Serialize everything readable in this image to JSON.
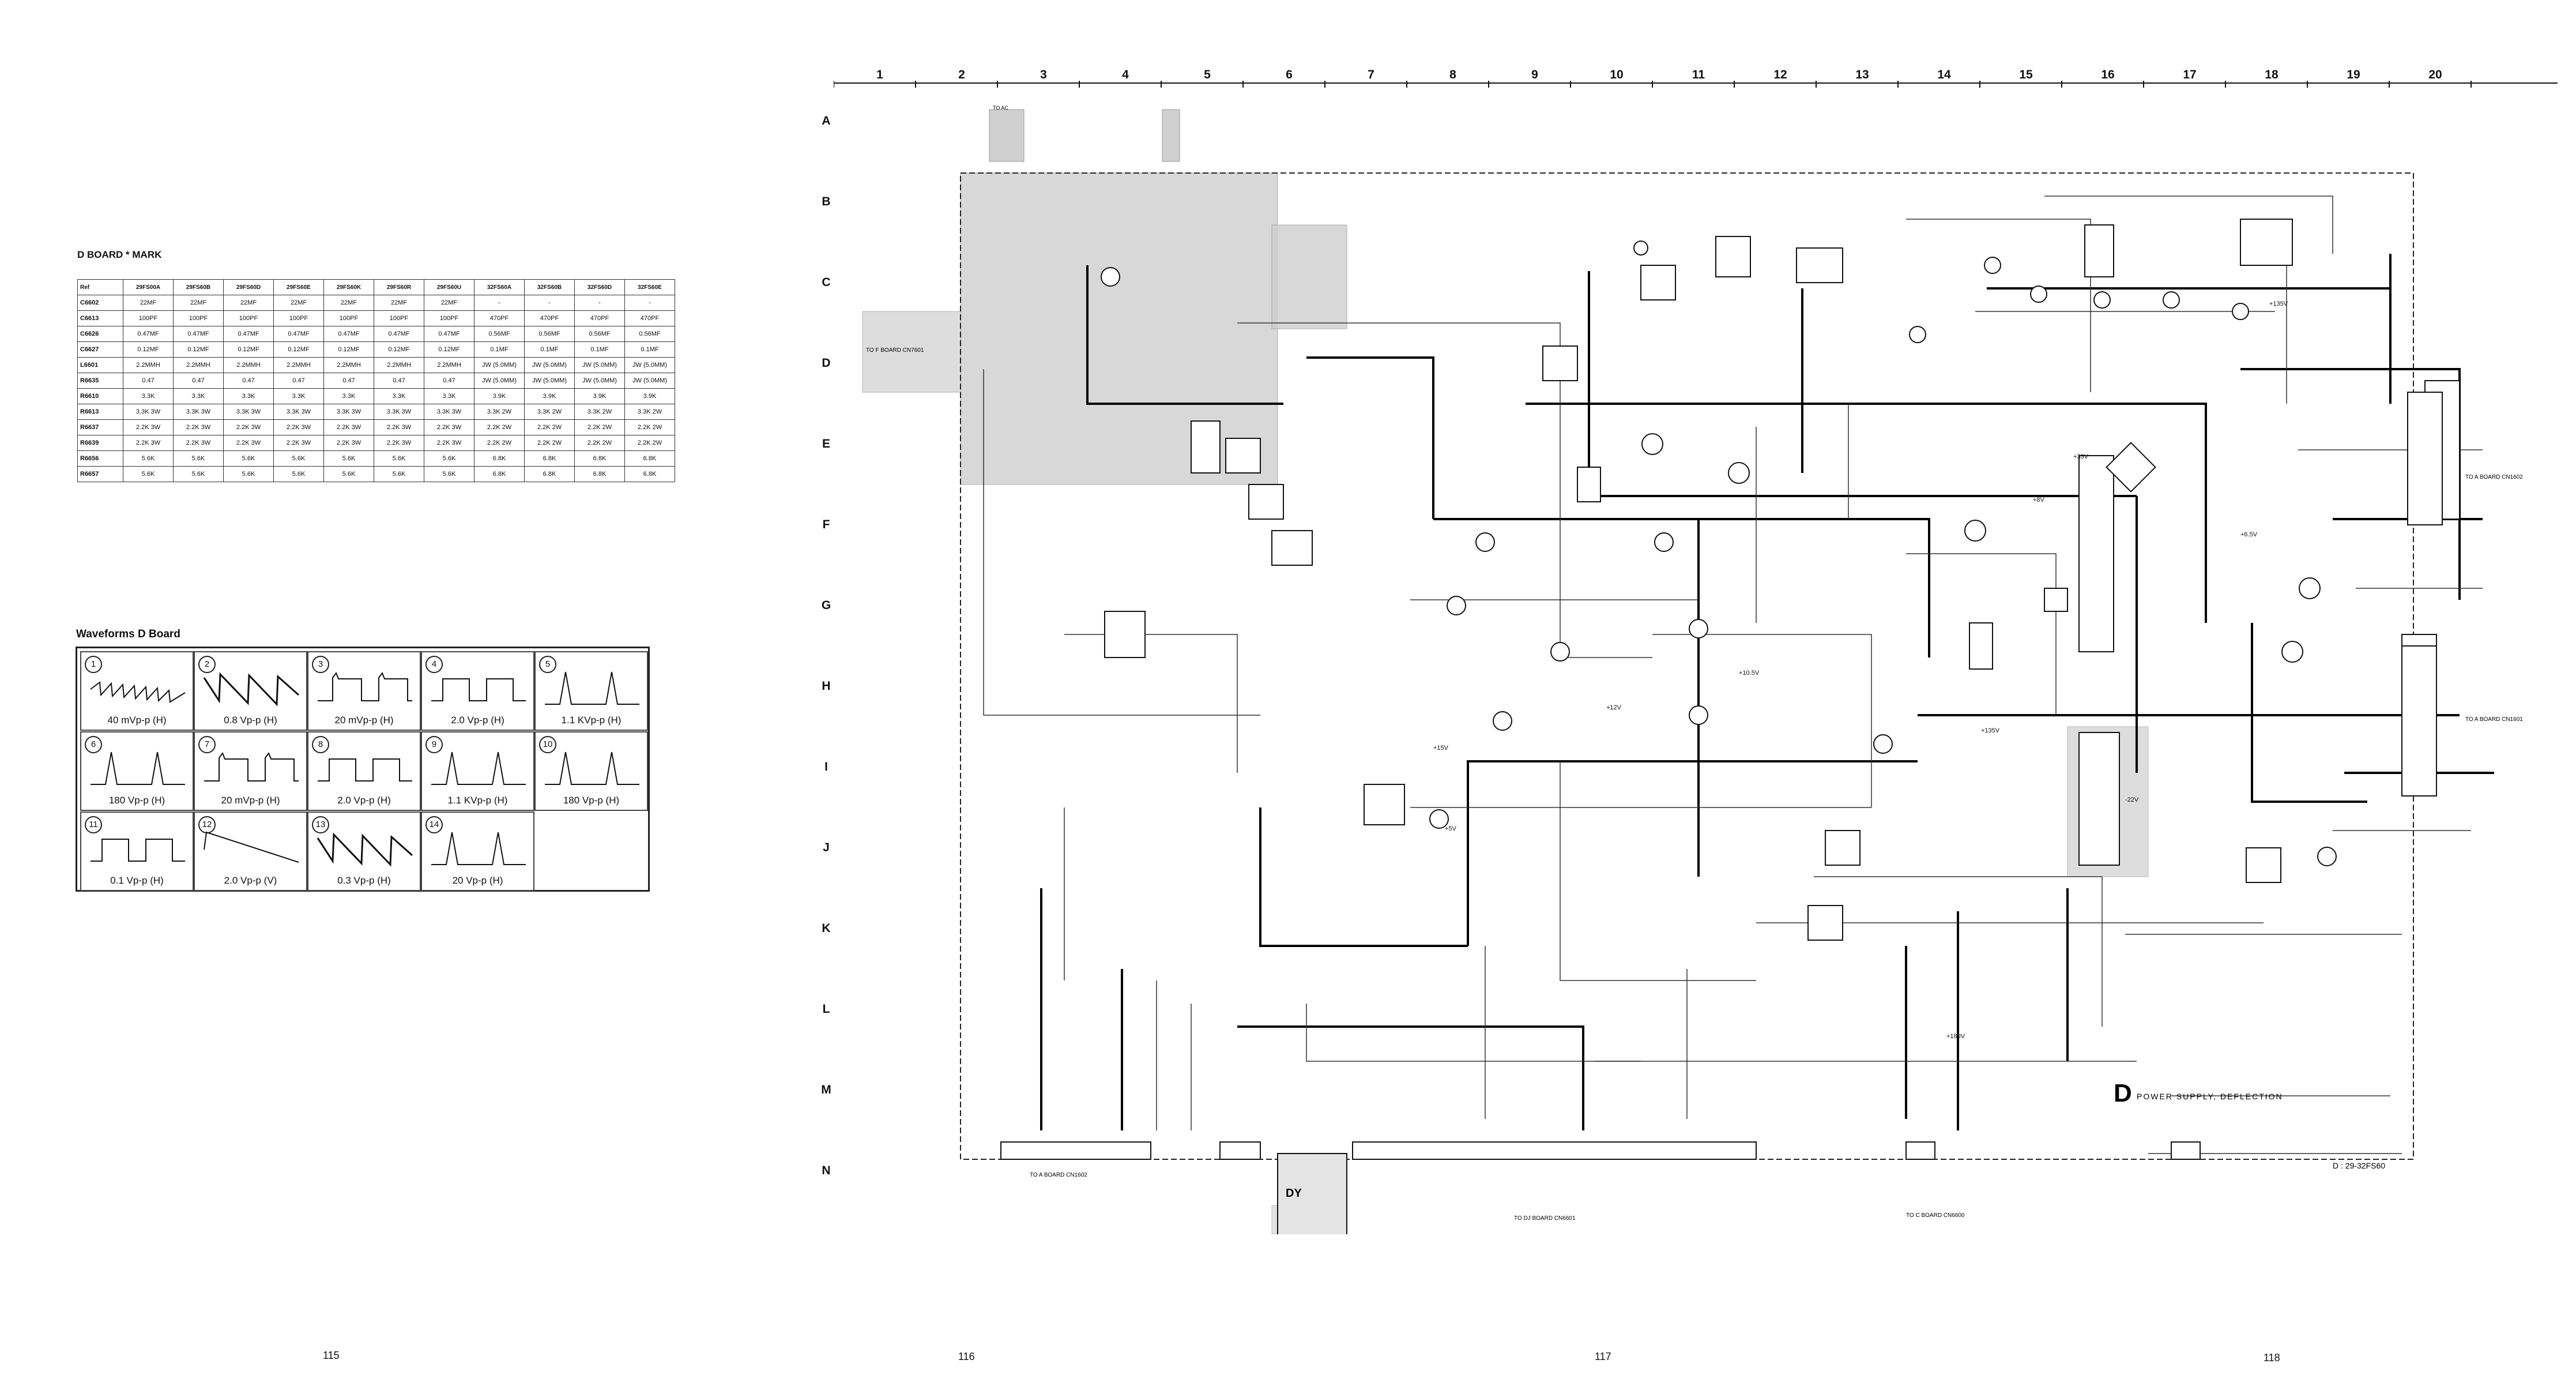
{
  "dboard": {
    "title": "D BOARD * MARK",
    "headers": [
      "Ref",
      "29FS00A",
      "29FS60B",
      "29FS60D",
      "29FS60E",
      "29FS60K",
      "29FS60R",
      "29FS60U",
      "32FS60A",
      "32FS60B",
      "32FS60D",
      "32FS60E"
    ],
    "rows": [
      [
        "C6602",
        "22MF",
        "22MF",
        "22MF",
        "22MF",
        "22MF",
        "22MF",
        "22MF",
        "-",
        "-",
        "-",
        "-"
      ],
      [
        "C6613",
        "100PF",
        "100PF",
        "100PF",
        "100PF",
        "100PF",
        "100PF",
        "100PF",
        "470PF",
        "470PF",
        "470PF",
        "470PF"
      ],
      [
        "C6626",
        "0.47MF",
        "0.47MF",
        "0.47MF",
        "0.47MF",
        "0.47MF",
        "0.47MF",
        "0.47MF",
        "0.56MF",
        "0.56MF",
        "0.56MF",
        "0.56MF"
      ],
      [
        "C6627",
        "0.12MF",
        "0.12MF",
        "0.12MF",
        "0.12MF",
        "0.12MF",
        "0.12MF",
        "0.12MF",
        "0.1MF",
        "0.1MF",
        "0.1MF",
        "0.1MF"
      ],
      [
        "L6601",
        "2.2MMH",
        "2.2MMH",
        "2.2MMH",
        "2.2MMH",
        "2.2MMH",
        "2.2MMH",
        "2.2MMH",
        "JW (5.0MM)",
        "JW (5.0MM)",
        "JW (5.0MM)",
        "JW (5.0MM)"
      ],
      [
        "R6635",
        "0.47",
        "0.47",
        "0.47",
        "0.47",
        "0.47",
        "0.47",
        "0.47",
        "JW (5.0MM)",
        "JW (5.0MM)",
        "JW (5.0MM)",
        "JW (5.0MM)"
      ],
      [
        "R6610",
        "3.3K",
        "3.3K",
        "3.3K",
        "3.3K",
        "3.3K",
        "3.3K",
        "3.3K",
        "3.9K",
        "3.9K",
        "3.9K",
        "3.9K"
      ],
      [
        "R6613",
        "3.3K 3W",
        "3.3K 3W",
        "3.3K 3W",
        "3.3K 3W",
        "3.3K 3W",
        "3.3K 3W",
        "3.3K 3W",
        "3.3K 2W",
        "3.3K 2W",
        "3.3K 2W",
        "3.3K 2W"
      ],
      [
        "R6637",
        "2.2K 3W",
        "2.2K 3W",
        "2.2K 3W",
        "2.2K 3W",
        "2.2K 3W",
        "2.2K 3W",
        "2.2K 3W",
        "2.2K 2W",
        "2.2K 2W",
        "2.2K 2W",
        "2.2K 2W"
      ],
      [
        "R6639",
        "2.2K 3W",
        "2.2K 3W",
        "2.2K 3W",
        "2.2K 3W",
        "2.2K 3W",
        "2.2K 3W",
        "2.2K 3W",
        "2.2K 2W",
        "2.2K 2W",
        "2.2K 2W",
        "2.2K 2W"
      ],
      [
        "R6656",
        "5.6K",
        "5.6K",
        "5.6K",
        "5.6K",
        "5.6K",
        "5.6K",
        "5.6K",
        "6.8K",
        "6.8K",
        "6.8K",
        "6.8K"
      ],
      [
        "R6657",
        "5.6K",
        "5.6K",
        "5.6K",
        "5.6K",
        "5.6K",
        "5.6K",
        "5.6K",
        "6.8K",
        "6.8K",
        "6.8K",
        "6.8K"
      ]
    ]
  },
  "waveforms": {
    "title": "Waveforms D Board",
    "items": [
      {
        "num": "1",
        "label": "40 mVp-p (H)",
        "shape": "saw"
      },
      {
        "num": "2",
        "label": "0.8 Vp-p (H)",
        "shape": "sawbig"
      },
      {
        "num": "3",
        "label": "20 mVp-p (H)",
        "shape": "pulse"
      },
      {
        "num": "4",
        "label": "2.0 Vp-p (H)",
        "shape": "square"
      },
      {
        "num": "5",
        "label": "1.1 KVp-p (H)",
        "shape": "spike"
      },
      {
        "num": "6",
        "label": "180 Vp-p (H)",
        "shape": "spike"
      },
      {
        "num": "7",
        "label": "20 mVp-p (H)",
        "shape": "pulse"
      },
      {
        "num": "8",
        "label": "2.0 Vp-p (H)",
        "shape": "square"
      },
      {
        "num": "9",
        "label": "1.1 KVp-p (H)",
        "shape": "spike"
      },
      {
        "num": "10",
        "label": "180 Vp-p (H)",
        "shape": "spike"
      },
      {
        "num": "11",
        "label": "0.1 Vp-p (H)",
        "shape": "square"
      },
      {
        "num": "12",
        "label": "2.0 Vp-p (V)",
        "shape": "ramp"
      },
      {
        "num": "13",
        "label": "0.3 Vp-p (H)",
        "shape": "sawbig"
      },
      {
        "num": "14",
        "label": "20 Vp-p (H)",
        "shape": "spike"
      }
    ]
  },
  "grid": {
    "columns": [
      "1",
      "2",
      "3",
      "4",
      "5",
      "6",
      "7",
      "8",
      "9",
      "10",
      "11",
      "12",
      "13",
      "14",
      "15",
      "16",
      "17",
      "18",
      "19",
      "20"
    ],
    "rows": [
      "A",
      "B",
      "C",
      "D",
      "E",
      "F",
      "G",
      "H",
      "I",
      "J",
      "K",
      "L",
      "M",
      "N"
    ]
  },
  "schematic": {
    "board_letter": "D",
    "board_title": "POWER SUPPLY, DEFLECTION",
    "model_code": "D : 29-32FS60",
    "connectors": {
      "left": "TO F BOARD CN7601",
      "right_top": "TO A BOARD CN1602",
      "right_mid": "TO A BOARD CN1601",
      "bottom_a": "TO A BOARD CN1602",
      "bottom_dj": "TO DJ BOARD CN6601",
      "bottom_c": "TO C BOARD CN6600",
      "top_ac": "TO AC"
    },
    "dy_label": "DY",
    "rails": [
      "+135V",
      "+15V",
      "+12V",
      "+5V",
      "+8V",
      "+33V",
      "-22V",
      "+10.5V",
      "+6.5V",
      "+135V",
      "+180V"
    ]
  },
  "pages": [
    "115",
    "116",
    "117",
    "118"
  ]
}
